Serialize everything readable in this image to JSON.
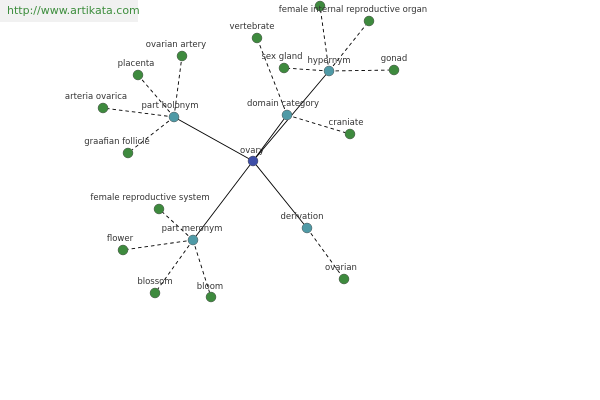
{
  "watermark": "http://www.artikata.com",
  "colors": {
    "root": "#3f4fa8",
    "relation": "#4f9aa6",
    "word": "#3e8a3e",
    "edge": "#000000"
  },
  "graph": {
    "root": {
      "label": "ovary"
    },
    "relations": [
      {
        "id": "part-holonym",
        "label": "part holonym",
        "words": [
          "ovarian artery",
          "placenta",
          "arteria ovarica",
          "graafian follicle"
        ]
      },
      {
        "id": "domain-category",
        "label": "domain category",
        "words": [
          "vertebrate",
          "craniate"
        ]
      },
      {
        "id": "hypernym",
        "label": "hypernym",
        "words": [
          "sex gland",
          "female internal reproductive organ",
          "gonad"
        ]
      },
      {
        "id": "part-meronym",
        "label": "part meronym",
        "words": [
          "female reproductive system",
          "flower",
          "blossom",
          "bloom"
        ]
      },
      {
        "id": "derivation",
        "label": "derivation",
        "words": [
          "ovarian"
        ]
      }
    ]
  }
}
